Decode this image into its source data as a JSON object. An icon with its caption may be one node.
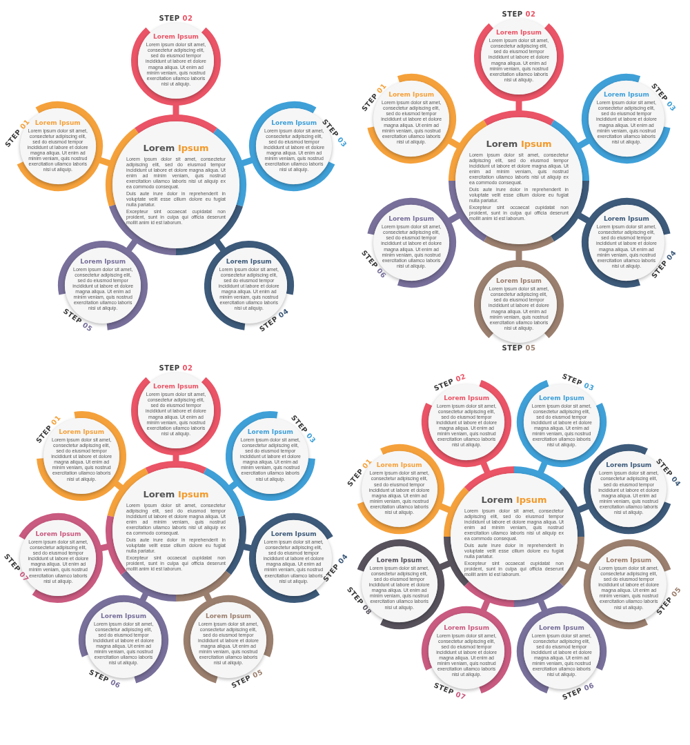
{
  "diagram": {
    "nodes": [
      {
        "text": [
          "Lorem Ipsum",
          "Lorem ipsum dolor sit amet, consectetur adipiscing elit, sed do eiusmod tempor incididunt ut labore et dolore magna aliqua. Ut enim ad minim veniam, quis nostrud exercitation ullamco laboris nisi ut aliquip ex ea commodo consequat.",
          "Duis aute irure dolor in reprehenderit in voluptate velit esse cillum dolore eu fugiat nulla pariatur.",
          "Excepteur sint occaecat cupidatat non proident, sunt in culpa qui officia deserunt mollit anim id est laborum."
        ]
      },
      {
        "text": [
          "STEP 01",
          "Lorem Ipsum",
          "Lorem ipsum dolor sit amet, consectetur adipiscing elit, sed do eiusmod tempor incididunt ut labore et dolore magna aliqua. Ut enim ad minim veniam, quis nostrud exercitation ullamco laboris nisi ut aliquip."
        ]
      },
      {
        "text": [
          "STEP 02",
          "Lorem Ipsum",
          "Lorem ipsum dolor sit amet, consectetur adipiscing elit, sed do eiusmod tempor incididunt ut labore et dolore magna aliqua. Ut enim ad minim veniam, quis nostrud exercitation ullamco laboris nisi ut aliquip."
        ]
      },
      {
        "text": [
          "STEP 03",
          "Lorem Ipsum",
          "Lorem ipsum dolor sit amet, consectetur adipiscing elit, sed do eiusmod tempor incididunt ut labore et dolore magna aliqua. Ut enim ad minim veniam, quis nostrud exercitation ullamco laboris nisi ut aliquip."
        ]
      },
      {
        "text": [
          "STEP 04",
          "Lorem Ipsum",
          "Lorem ipsum dolor sit amet, consectetur adipiscing elit, sed do eiusmod tempor incididunt ut labore et dolore magna aliqua. Ut enim ad minim veniam, quis nostrud exercitation ullamco laboris nisi ut aliquip."
        ]
      },
      {
        "text": [
          "STEP 05",
          "Lorem Ipsum",
          "Lorem ipsum dolor sit amet, consectetur adipiscing elit, sed do eiusmod tempor incididunt ut labore et dolore magna aliqua. Ut enim ad minim veniam, quis nostrud exercitation ullamco laboris nisi ut aliquip."
        ]
      },
      {
        "text": [
          "Lorem Ipsum",
          "Lorem ipsum dolor sit amet, consectetur adipiscing elit, sed do eiusmod tempor incididunt ut labore et dolore magna aliqua. Ut enim ad minim veniam, quis nostrud exercitation ullamco laboris nisi ut aliquip ex ea commodo consequat.",
          "Duis aute irure dolor in reprehenderit in voluptate velit esse cillum dolore eu fugiat nulla pariatur.",
          "Excepteur sint occaecat cupidatat non proident, sunt in culpa qui officia deserunt mollit anim id est laborum."
        ]
      },
      {
        "text": [
          "STEP 01",
          "Lorem Ipsum",
          "Lorem ipsum dolor sit amet, consectetur adipiscing elit, sed do eiusmod tempor incididunt ut labore et dolore magna aliqua. Ut enim ad minim veniam, quis nostrud exercitation ullamco laboris nisi ut aliquip."
        ]
      },
      {
        "text": [
          "STEP 02",
          "Lorem Ipsum",
          "Lorem ipsum dolor sit amet, consectetur adipiscing elit, sed do eiusmod tempor incididunt ut labore et dolore magna aliqua. Ut enim ad minim veniam, quis nostrud exercitation ullamco laboris nisi ut aliquip."
        ]
      },
      {
        "text": [
          "STEP 03",
          "Lorem Ipsum",
          "Lorem ipsum dolor sit amet, consectetur adipiscing elit, sed do eiusmod tempor incididunt ut labore et dolore magna aliqua. Ut enim ad minim veniam, quis nostrud exercitation ullamco laboris nisi ut aliquip."
        ]
      },
      {
        "text": [
          "STEP 04",
          "Lorem Ipsum",
          "Lorem ipsum dolor sit amet, consectetur adipiscing elit, sed do eiusmod tempor incididunt ut labore et dolore magna aliqua. Ut enim ad minim veniam, quis nostrud exercitation ullamco laboris nisi ut aliquip."
        ]
      },
      {
        "text": [
          "Lorem Ipsum",
          "Lorem ipsum dolor sit amet, consectetur adipiscing elit, sed do eiusmod tempor incididunt ut labore et dolore magna aliqua. Ut enim ad minim veniam, quis nostrud exercitation ullamco laboris nisi ut aliquip.",
          "STEP 05"
        ]
      },
      {
        "text": [
          "STEP 06",
          "Lorem Ipsum",
          "Lorem ipsum dolor sit amet, consectetur adipiscing elit, sed do eiusmod tempor incididunt ut labore et dolore magna aliqua. Ut enim ad minim veniam, quis nostrud exercitation ullamco laboris nisi ut aliquip."
        ]
      },
      {
        "text": [
          "Lorem Ipsum",
          "Lorem ipsum dolor sit amet, consectetur adipiscing elit, sed do eiusmod tempor incididunt ut labore et dolore magna aliqua. Ut enim ad minim veniam, quis nostrud exercitation ullamco laboris nisi ut aliquip ex ea commodo consequat.",
          "Duis aute irure dolor in reprehenderit in voluptate velit esse cillum dolore eu fugiat nulla pariatur.",
          "Excepteur sint occaecat cupidatat non proident, sunt in culpa qui officia deserunt mollit anim id est laborum."
        ]
      },
      {
        "text": [
          "STEP 01",
          "Lorem Ipsum",
          "Lorem ipsum dolor sit amet, consectetur adipiscing elit, sed do eiusmod tempor incididunt ut labore et dolore magna aliqua. Ut enim ad minim veniam, quis nostrud exercitation ullamco laboris nisi ut aliquip."
        ]
      },
      {
        "text": [
          "STEP 02",
          "Lorem Ipsum",
          "Lorem ipsum dolor sit amet, consectetur adipiscing elit, sed do eiusmod tempor incididunt ut labore et dolore magna aliqua. Ut enim ad minim veniam, quis nostrud exercitation ullamco laboris nisi ut aliquip."
        ]
      },
      {
        "text": [
          "STEP 03",
          "Lorem Ipsum",
          "Lorem ipsum dolor sit amet, consectetur adipiscing elit, sed do eiusmod tempor incididunt ut labore et dolore magna aliqua. Ut enim ad minim veniam, quis nostrud exercitation ullamco laboris nisi ut aliquip."
        ]
      },
      {
        "text": [
          "STEP 04",
          "Lorem Ipsum",
          "Lorem ipsum dolor sit amet, consectetur adipiscing elit, sed do eiusmod tempor incididunt ut labore et dolore magna aliqua. Ut enim ad minim veniam, quis nostrud exercitation ullamco laboris nisi ut aliquip."
        ]
      },
      {
        "text": [
          "STEP 05",
          "Lorem Ipsum",
          "Lorem ipsum dolor sit amet, consectetur adipiscing elit, sed do eiusmod tempor incididunt ut labore et dolore magna aliqua. Ut enim ad minim veniam, quis nostrud exercitation ullamco laboris nisi ut aliquip."
        ]
      },
      {
        "text": [
          "STEP 06",
          "Lorem Ipsum",
          "Lorem ipsum dolor sit amet, consectetur adipiscing elit, sed do eiusmod tempor incididunt ut labore et dolore magna aliqua. Ut enim ad minim veniam, quis nostrud exercitation ullamco laboris nisi ut aliquip."
        ]
      },
      {
        "text": [
          "STEP 07",
          "Lorem Ipsum",
          "Lorem ipsum dolor sit amet, consectetur adipiscing elit, sed do eiusmod tempor incididunt ut labore et dolore magna aliqua. Ut enim ad minim veniam, quis nostrud exercitation ullamco laboris nisi ut aliquip."
        ]
      },
      {
        "text": [
          "Lorem Ipsum",
          "Lorem ipsum dolor sit amet, consectetur adipiscing elit, sed do eiusmod tempor incididunt ut labore et dolore magna aliqua. Ut enim ad minim veniam, quis nostrud exercitation ullamco laboris nisi ut aliquip ex ea commodo consequat.",
          "Duis aute irure dolor in reprehenderit in voluptate velit esse cillum dolore eu fugiat nulla pariatur.",
          "Excepteur sint occaecat cupidatat non proident, sunt in culpa qui officia deserunt mollit anim id est laborum."
        ]
      },
      {
        "text": [
          "STEP 01",
          "Lorem Ipsum",
          "Lorem ipsum dolor sit amet, consectetur adipiscing elit, sed do eiusmod tempor incididunt ut labore et dolore magna aliqua. Ut enim ad minim veniam, quis nostrud exercitation ullamco laboris nisi ut aliquip."
        ]
      },
      {
        "text": [
          "STEP 02",
          "Lorem Ipsum",
          "Lorem ipsum dolor sit amet, consectetur adipiscing elit, sed do eiusmod tempor incididunt ut labore et dolore magna aliqua. Ut enim ad minim veniam, quis nostrud exercitation ullamco laboris nisi ut aliquip."
        ]
      },
      {
        "text": [
          "STEP 03",
          "Lorem Ipsum",
          "Lorem ipsum dolor sit amet, consectetur adipiscing elit, sed do eiusmod tempor incididunt ut labore et dolore magna aliqua. Ut enim ad minim veniam, quis nostrud exercitation ullamco laboris nisi ut aliquip."
        ]
      },
      {
        "text": [
          "STEP 04",
          "Lorem Ipsum",
          "Lorem ipsum dolor sit amet, consectetur adipiscing elit, sed do eiusmod tempor incididunt ut labore et dolore magna aliqua. Ut enim ad minim veniam, quis nostrud exercitation ullamco laboris nisi ut aliquip."
        ]
      },
      {
        "text": [
          "STEP 05",
          "Lorem Ipsum",
          "Lorem ipsum dolor sit amet, consectetur adipiscing elit, sed do eiusmod tempor incididunt ut labore et dolore magna aliqua. Ut enim ad minim veniam, quis nostrud exercitation ullamco laboris nisi ut aliquip."
        ]
      },
      {
        "text": [
          "STEP 06",
          "Lorem Ipsum",
          "Lorem ipsum dolor sit amet, consectetur adipiscing elit, sed do eiusmod tempor incididunt ut labore et dolore magna aliqua. Ut enim ad minim veniam, quis nostrud exercitation ullamco laboris nisi ut aliquip."
        ]
      },
      {
        "text": [
          "STEP 07",
          "Lorem Ipsum",
          "Lorem ipsum dolor sit amet, consectetur adipiscing elit, sed do eiusmod tempor incididunt ut labore et dolore magna aliqua. Ut enim ad minim veniam, quis nostrud exercitation ullamco laboris nisi ut aliquip."
        ]
      },
      {
        "text": [
          "STEP 08",
          "Lorem Ipsum",
          "Lorem ipsum dolor sit amet, consectetur adipiscing elit, sed do eiusmod tempor incididunt ut labore et dolore magna aliqua. Ut enim ad minim veniam, quis nostrud exercitation ullamco laboris nisi ut aliquip."
        ]
      }
    ],
    "edges": [
      {
        "from": 0,
        "to": 1,
        "arrow": "none",
        "color": "#f5a13b"
      },
      {
        "from": 0,
        "to": 2,
        "arrow": "none",
        "color": "#ea5466"
      },
      {
        "from": 0,
        "to": 3,
        "arrow": "none",
        "color": "#3fa0d8"
      },
      {
        "from": 0,
        "to": 4,
        "arrow": "none",
        "color": "#3d5a7a"
      },
      {
        "from": 0,
        "to": 5,
        "arrow": "none",
        "color": "#786f9a"
      },
      {
        "from": 6,
        "to": 7,
        "arrow": "none",
        "color": "#f5a13b"
      },
      {
        "from": 6,
        "to": 8,
        "arrow": "none",
        "color": "#ea5466"
      },
      {
        "from": 6,
        "to": 9,
        "arrow": "none",
        "color": "#3fa0d8"
      },
      {
        "from": 6,
        "to": 10,
        "arrow": "none",
        "color": "#3d5a7a"
      },
      {
        "from": 6,
        "to": 11,
        "arrow": "none",
        "color": "#9b7f6e"
      },
      {
        "from": 6,
        "to": 12,
        "arrow": "none",
        "color": "#786f9a"
      },
      {
        "from": 13,
        "to": 14,
        "arrow": "none",
        "color": "#f5a13b"
      },
      {
        "from": 13,
        "to": 15,
        "arrow": "none",
        "color": "#ea5466"
      },
      {
        "from": 13,
        "to": 16,
        "arrow": "none",
        "color": "#3fa0d8"
      },
      {
        "from": 13,
        "to": 17,
        "arrow": "none",
        "color": "#3d5a7a"
      },
      {
        "from": 13,
        "to": 18,
        "arrow": "none",
        "color": "#9b7f6e"
      },
      {
        "from": 13,
        "to": 19,
        "arrow": "none",
        "color": "#786f9a"
      },
      {
        "from": 13,
        "to": 20,
        "arrow": "none",
        "color": "#c95a80"
      },
      {
        "from": 21,
        "to": 22,
        "arrow": "none",
        "color": "#f5a13b"
      },
      {
        "from": 21,
        "to": 23,
        "arrow": "none",
        "color": "#ea5466"
      },
      {
        "from": 21,
        "to": 24,
        "arrow": "none",
        "color": "#3fa0d8"
      },
      {
        "from": 21,
        "to": 25,
        "arrow": "none",
        "color": "#3d5a7a"
      },
      {
        "from": 21,
        "to": 26,
        "arrow": "none",
        "color": "#9b7f6e"
      },
      {
        "from": 21,
        "to": 27,
        "arrow": "none",
        "color": "#786f9a"
      },
      {
        "from": 21,
        "to": 28,
        "arrow": "none",
        "color": "#c95a80"
      },
      {
        "from": 21,
        "to": 29,
        "arrow": "none",
        "color": "#57525c"
      }
    ]
  }
}
